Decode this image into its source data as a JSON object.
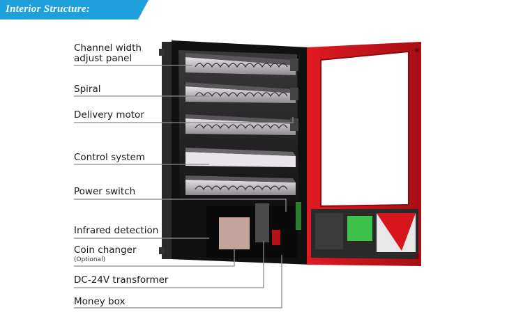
{
  "header": {
    "title": "Interior Structure:",
    "accent_color": "#1ea0dc"
  },
  "labels": [
    {
      "id": "channel",
      "line1": "Channel width",
      "line2": "adjust panel"
    },
    {
      "id": "spiral",
      "line1": "Spiral"
    },
    {
      "id": "motor",
      "line1": "Delivery motor"
    },
    {
      "id": "control",
      "line1": "Control system"
    },
    {
      "id": "power",
      "line1": "Power switch"
    },
    {
      "id": "infrared",
      "line1": "Infrared detection"
    },
    {
      "id": "coin",
      "line1": "Coin changer",
      "note": "(Optional)"
    },
    {
      "id": "transformer",
      "line1": "DC-24V transformer"
    },
    {
      "id": "moneybox",
      "line1": "Money box"
    }
  ],
  "colors": {
    "cabinet": "#1c1c1c",
    "door": "#c8141c",
    "leader": "#8a8a8a"
  }
}
